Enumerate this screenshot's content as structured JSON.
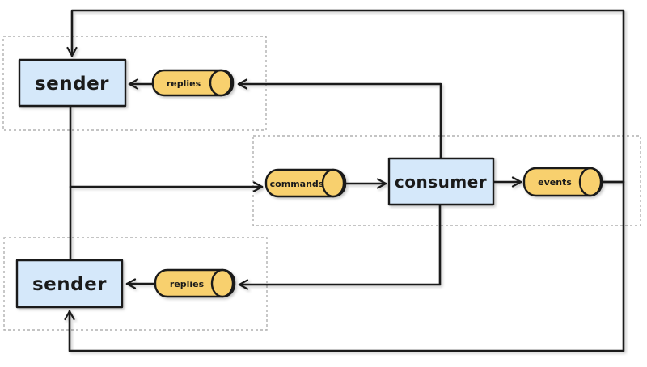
{
  "colors": {
    "background": "#ffffff",
    "node_fill": "#d5e8fa",
    "queue_fill": "#f8d06e",
    "line": "#1a1a1a",
    "dashed_box": "#b0b0b0"
  },
  "nodes": {
    "sender_top": {
      "label": "sender"
    },
    "consumer": {
      "label": "consumer"
    },
    "sender_bottom": {
      "label": "sender"
    }
  },
  "queues": {
    "replies_top": {
      "label": "replies"
    },
    "commands": {
      "label": "commands"
    },
    "events": {
      "label": "events"
    },
    "replies_bottom": {
      "label": "replies"
    }
  }
}
